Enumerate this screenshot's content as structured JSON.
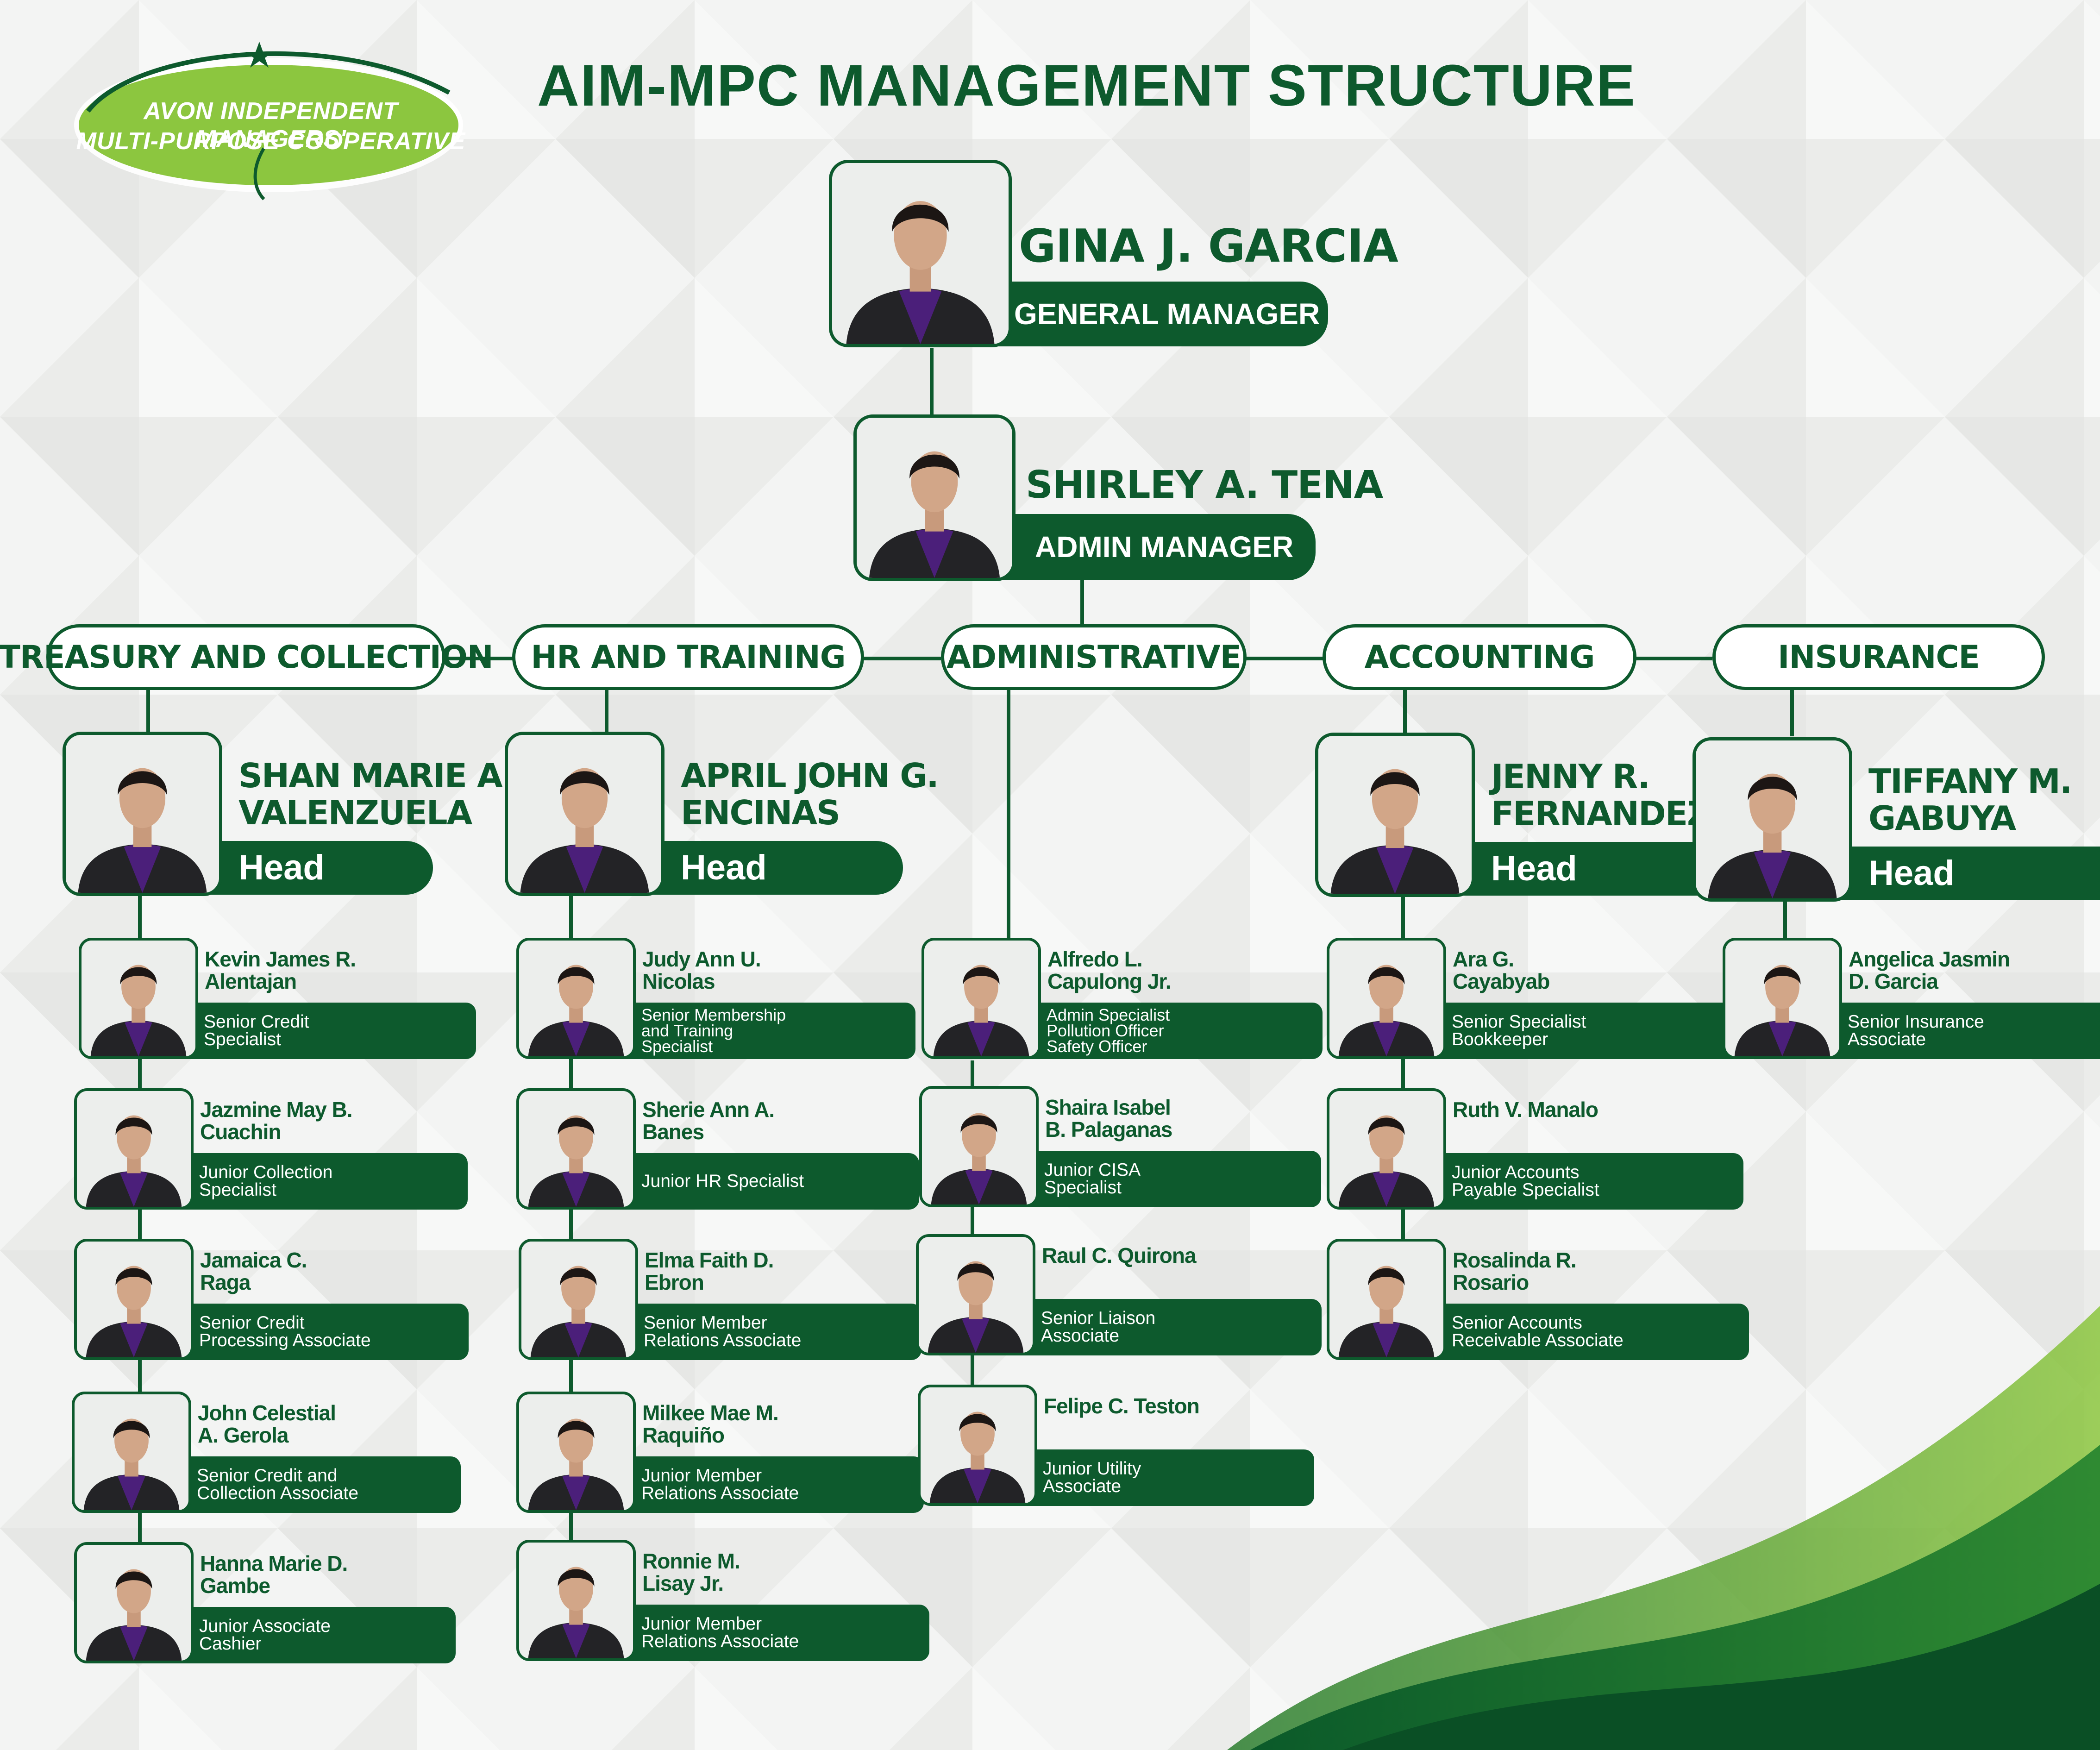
{
  "logo": {
    "line1": "AVON INDEPENDENT MANAGERS'",
    "line2": "MULTI-PURPOSE COOPERATIVE"
  },
  "title": "AIM-MPC MANAGEMENT STRUCTURE",
  "colors": {
    "brand_green": "#0d5a2d",
    "logo_green": "#8cc63f",
    "uniform_purple": "#4b1f7a"
  },
  "general_manager": {
    "name": "GINA J. GARCIA",
    "role": "GENERAL MANAGER"
  },
  "admin_manager": {
    "name": "SHIRLEY A. TENA",
    "role": "ADMIN MANAGER"
  },
  "departments": [
    {
      "title": "TREASURY AND COLLECTION",
      "head": {
        "name1": "SHAN MARIE A.",
        "name2": "VALENZUELA",
        "role": "Head"
      },
      "staff": [
        {
          "name1": "Kevin James R.",
          "name2": "Alentajan",
          "role": [
            "Senior Credit",
            "Specialist"
          ]
        },
        {
          "name1": "Jazmine May B.",
          "name2": "Cuachin",
          "role": [
            "Junior Collection",
            "Specialist"
          ]
        },
        {
          "name1": "Jamaica C.",
          "name2": "Raga",
          "role": [
            "Senior Credit",
            "Processing Associate"
          ]
        },
        {
          "name1": "John Celestial",
          "name2": "A. Gerola",
          "role": [
            "Senior Credit and",
            "Collection Associate"
          ]
        },
        {
          "name1": "Hanna Marie D.",
          "name2": "Gambe",
          "role": [
            "Junior Associate",
            "Cashier"
          ]
        }
      ]
    },
    {
      "title": "HR AND TRAINING",
      "head": {
        "name1": "APRIL JOHN G.",
        "name2": "ENCINAS",
        "role": "Head"
      },
      "staff": [
        {
          "name1": "Judy Ann U.",
          "name2": "Nicolas",
          "role": [
            "Senior Membership",
            "and Training",
            "Specialist"
          ]
        },
        {
          "name1": "Sherie Ann A.",
          "name2": "Banes",
          "role": [
            "Junior HR Specialist"
          ]
        },
        {
          "name1": "Elma Faith D.",
          "name2": "Ebron",
          "role": [
            "Senior Member",
            "Relations Associate"
          ]
        },
        {
          "name1": "Milkee Mae M.",
          "name2": "Raquiño",
          "role": [
            "Junior Member",
            "Relations Associate"
          ]
        },
        {
          "name1": "Ronnie M.",
          "name2": "Lisay Jr.",
          "role": [
            "Junior Member",
            "Relations Associate"
          ]
        }
      ]
    },
    {
      "title": "ADMINISTRATIVE",
      "staff": [
        {
          "name1": "Alfredo L.",
          "name2": "Capulong Jr.",
          "role": [
            "Admin Specialist",
            "Pollution Officer",
            "Safety Officer"
          ]
        },
        {
          "name1": "Shaira Isabel",
          "name2": "B. Palaganas",
          "role": [
            "Junior CISA",
            "Specialist"
          ]
        },
        {
          "name1": "Raul C. Quirona",
          "name2": "",
          "role": [
            "Senior Liaison",
            "Associate"
          ]
        },
        {
          "name1": "Felipe C. Teston",
          "name2": "",
          "role": [
            "Junior Utility",
            "Associate"
          ]
        }
      ]
    },
    {
      "title": "ACCOUNTING",
      "head": {
        "name1": "JENNY R.",
        "name2": "FERNANDEZ",
        "role": "Head"
      },
      "staff": [
        {
          "name1": "Ara G.",
          "name2": "Cayabyab",
          "role": [
            "Senior Specialist",
            "Bookkeeper"
          ]
        },
        {
          "name1": "Ruth V. Manalo",
          "name2": "",
          "role": [
            "Junior Accounts",
            "Payable Specialist"
          ]
        },
        {
          "name1": "Rosalinda R.",
          "name2": "Rosario",
          "role": [
            "Senior Accounts",
            "Receivable Associate"
          ]
        }
      ]
    },
    {
      "title": "INSURANCE",
      "head": {
        "name1": "TIFFANY M.",
        "name2": "GABUYA",
        "role": "Head"
      },
      "staff": [
        {
          "name1": "Angelica Jasmin",
          "name2": "D. Garcia",
          "role": [
            "Senior Insurance",
            "Associate"
          ]
        }
      ]
    }
  ]
}
